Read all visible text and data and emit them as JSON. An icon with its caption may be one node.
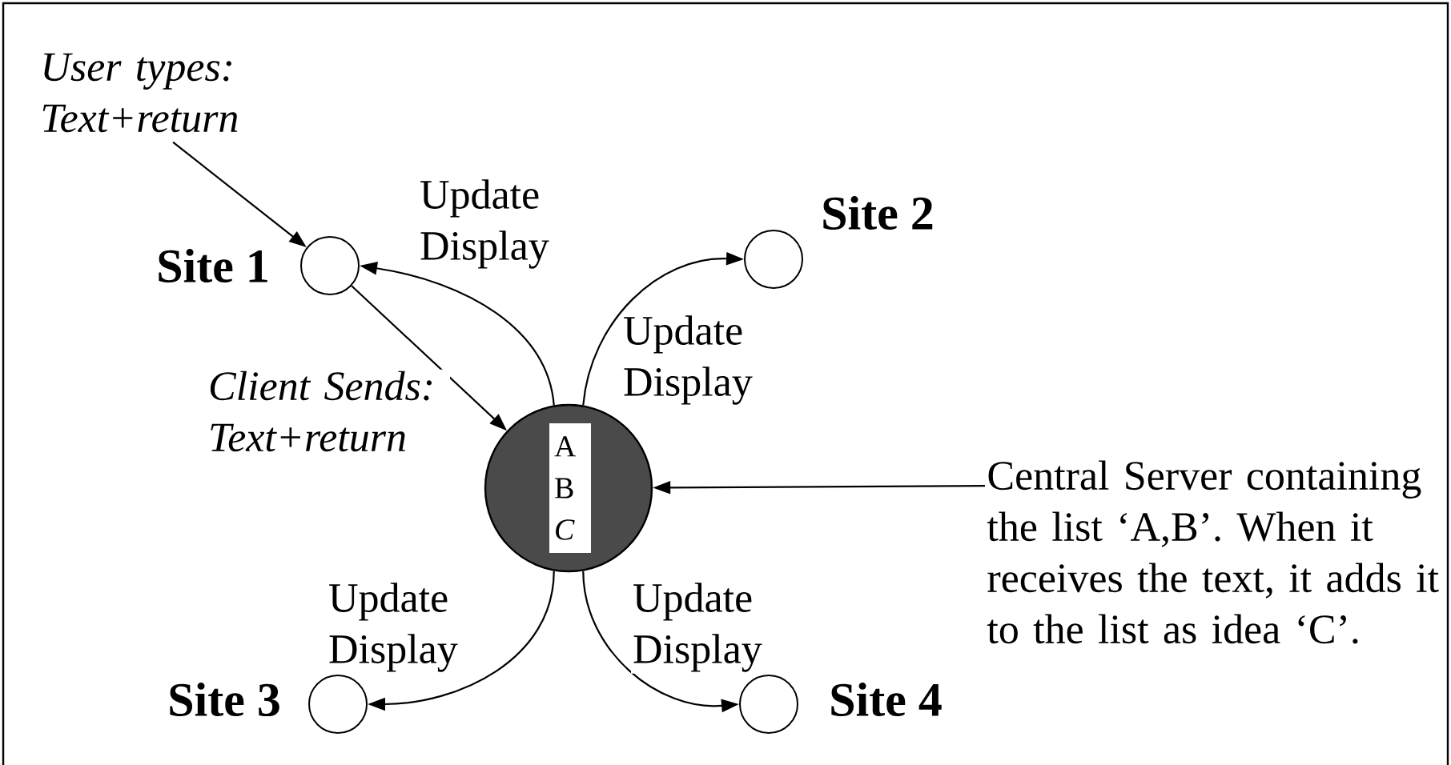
{
  "diagram": {
    "nodes": [
      {
        "text": [
          "User types: Text+return"
        ]
      },
      {
        "text": [],
        "shape": "circle",
        "beside": [
          "Site 1"
        ]
      },
      {
        "text": [],
        "shape": "circle",
        "beside": [
          "Site 2"
        ]
      },
      {
        "text": [],
        "shape": "circle"
      },
      {
        "text": [
          "A B *C*"
        ],
        "in": 3
      },
      {
        "text": [],
        "shape": "circle",
        "beside": [
          "Site 3"
        ]
      },
      {
        "text": [],
        "shape": "circle",
        "beside": [
          "Site 4"
        ]
      },
      {
        "text": [
          "Central Server containing the list ‘A,B’. When it receives the text, it adds it to the list as idea ‘C’."
        ]
      }
    ],
    "edges": [
      {
        "from": 0,
        "to": 1,
        "arrow": "to"
      },
      {
        "from": 1,
        "to": 3,
        "arrow": "to",
        "label": "Client Sends: Text+return"
      },
      {
        "from": 3,
        "to": 1,
        "arrow": "to",
        "label": "Update Display"
      },
      {
        "from": 3,
        "to": 2,
        "arrow": "to",
        "label": "Update Display"
      },
      {
        "from": 3,
        "to": 5,
        "arrow": "to",
        "label": "Update Display"
      },
      {
        "from": 3,
        "to": 6,
        "arrow": "to",
        "label": "Update Display"
      },
      {
        "from": 7,
        "to": 3,
        "arrow": "to"
      }
    ]
  }
}
